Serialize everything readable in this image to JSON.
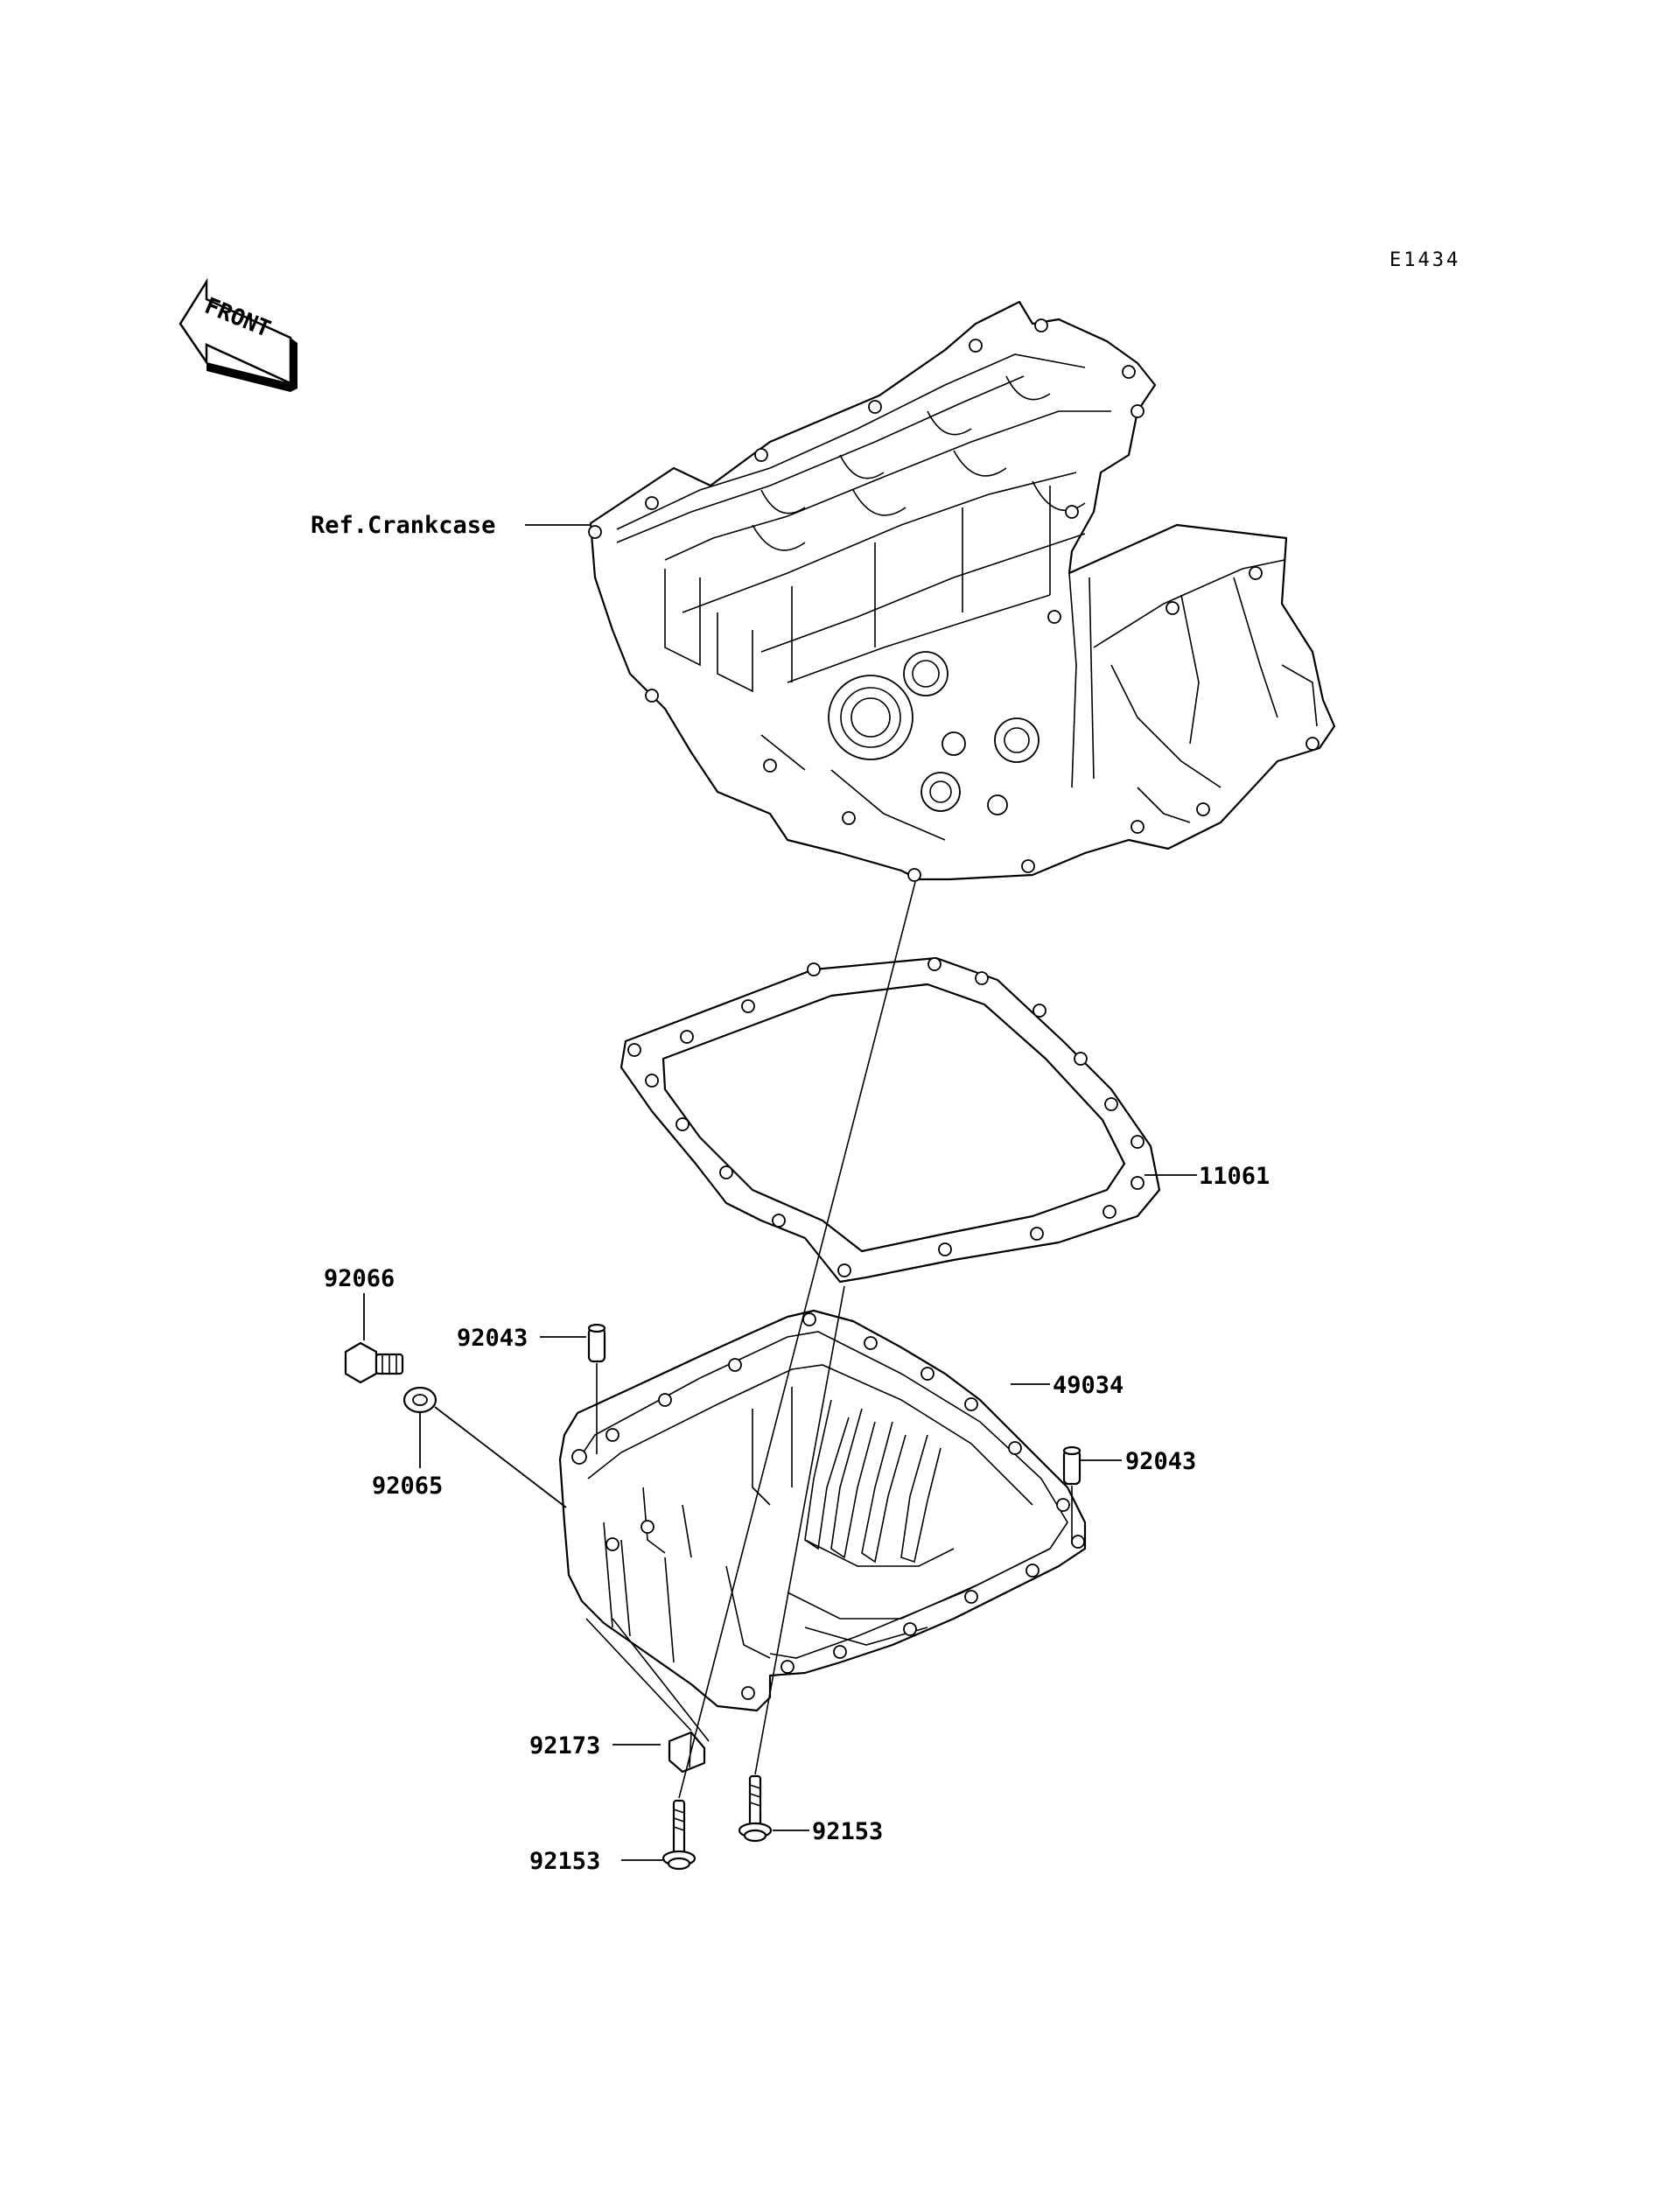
{
  "drawing_code": "E1434",
  "front_label": "FRONT",
  "callouts": {
    "ref_crankcase": "Ref.Crankcase",
    "gasket": "11061",
    "oil_pan": "49034",
    "dowel_left": "92043",
    "dowel_right": "92043",
    "drain_plug": "92066",
    "washer": "92065",
    "clamp": "92173",
    "bolt_left": "92153",
    "bolt_right": "92153"
  }
}
